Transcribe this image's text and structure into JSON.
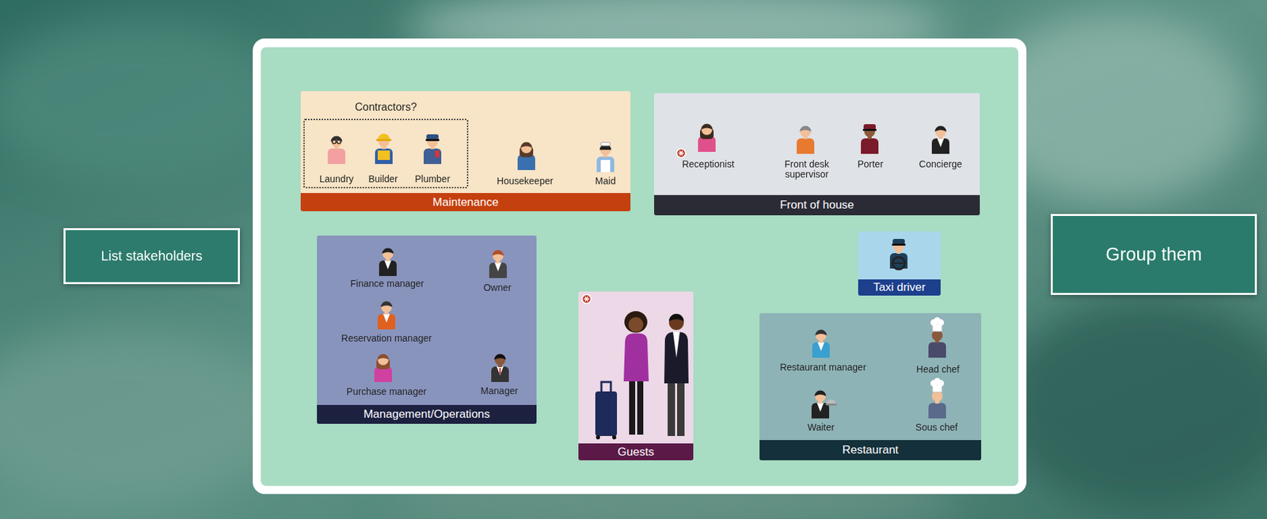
{
  "diagram": {
    "nodes": [
      {
        "text": [
          "List stakeholders"
        ]
      },
      {
        "text": [
          "Maintenance"
        ]
      },
      {
        "text": [
          "Contractors?"
        ],
        "in": 1
      },
      {
        "text": [
          "Front of house"
        ]
      },
      {
        "text": [
          "Management/Operations"
        ]
      },
      {
        "text": [
          "Guests"
        ]
      },
      {
        "text": [
          "Taxi driver"
        ]
      },
      {
        "text": [
          "Restaurant"
        ]
      },
      {
        "text": [
          "Group them"
        ]
      }
    ],
    "labels": [
      "Laundry",
      "Builder",
      "Plumber",
      "Housekeeper",
      "Maid",
      "Receptionist",
      "Front desk supervisor",
      "Porter",
      "Concierge",
      "Finance manager",
      "Owner",
      "Reservation manager",
      "Purchase manager",
      "Manager",
      "Restaurant manager",
      "Head chef",
      "Waiter",
      "Sous chef"
    ]
  }
}
